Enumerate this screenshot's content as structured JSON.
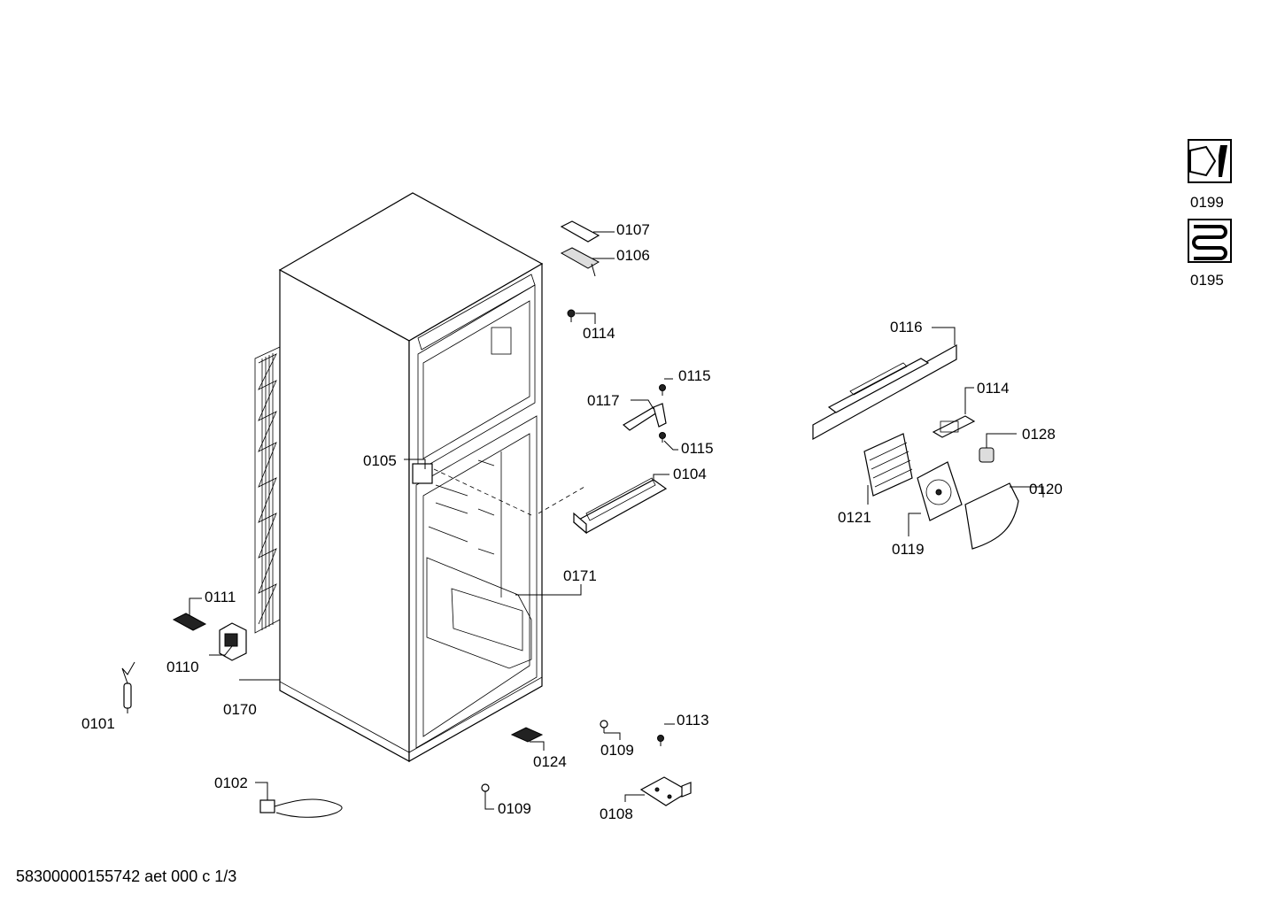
{
  "labels": {
    "p0107": "0107",
    "p0106": "0106",
    "p0114a": "0114",
    "p0115a": "0115",
    "p0117": "0117",
    "p0115b": "0115",
    "p0105": "0105",
    "p0104": "0104",
    "p0171": "0171",
    "p0111": "0111",
    "p0110": "0110",
    "p0101": "0101",
    "p0170": "0170",
    "p0102": "0102",
    "p0109a": "0109",
    "p0124": "0124",
    "p0109b": "0109",
    "p0113": "0113",
    "p0108": "0108",
    "p0116": "0116",
    "p0114b": "0114",
    "p0128": "0128",
    "p0120": "0120",
    "p0121": "0121",
    "p0119": "0119",
    "p0199": "0199",
    "p0195": "0195"
  },
  "footer": "58300000155742 aet 000 c 1/3"
}
